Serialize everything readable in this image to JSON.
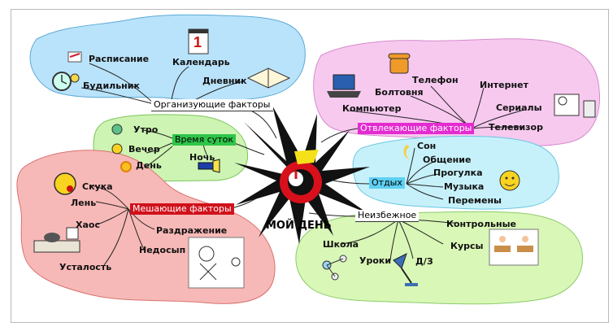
{
  "center": {
    "title": "МОЙ ДЕНЬ"
  },
  "branches": {
    "organizing": {
      "header": "Организующие факторы",
      "items": {
        "schedule": "Расписание",
        "alarm": "Будильник",
        "calendar": "Календарь",
        "diary": "Дневник"
      }
    },
    "distracting": {
      "header": "Отвлекающие факторы",
      "items": {
        "phone": "Телефон",
        "chatter": "Болтовня",
        "internet": "Интернет",
        "computer": "Компьютер",
        "series": "Сериалы",
        "tv": "Телевизор"
      }
    },
    "daytime": {
      "header": "Время суток",
      "items": {
        "morning": "Утро",
        "evening": "Вечер",
        "day": "День",
        "night": "Ночь"
      }
    },
    "rest": {
      "header": "Отдых",
      "items": {
        "sleep": "Сон",
        "communication": "Общение",
        "walk": "Прогулка",
        "music": "Музыка",
        "breaks": "Перемены"
      }
    },
    "hindering": {
      "header": "Мешающие факторы",
      "items": {
        "boredom": "Скука",
        "laziness": "Лень",
        "chaos": "Хаос",
        "irritation": "Раздражение",
        "sleep_lack": "Недосып",
        "tiredness": "Усталость"
      }
    },
    "inevitable": {
      "header": "Неизбежное",
      "items": {
        "tests": "Контрольные",
        "school": "Школа",
        "courses": "Курсы",
        "lessons": "Уроки",
        "homework": "Д/З"
      }
    }
  },
  "colors": {
    "blue_blob": "#b9e3fb",
    "pink_blob": "#f7c9ef",
    "green_blob": "#cdf4b2",
    "cyan_blob": "#c6f1fb",
    "red_blob": "#f7b9b7",
    "lime_blob": "#d9f7b7",
    "header_magenta": "#e42bd0",
    "header_green": "#2fc54a",
    "header_red": "#d0121b",
    "header_cyan": "#5ed0f2"
  }
}
